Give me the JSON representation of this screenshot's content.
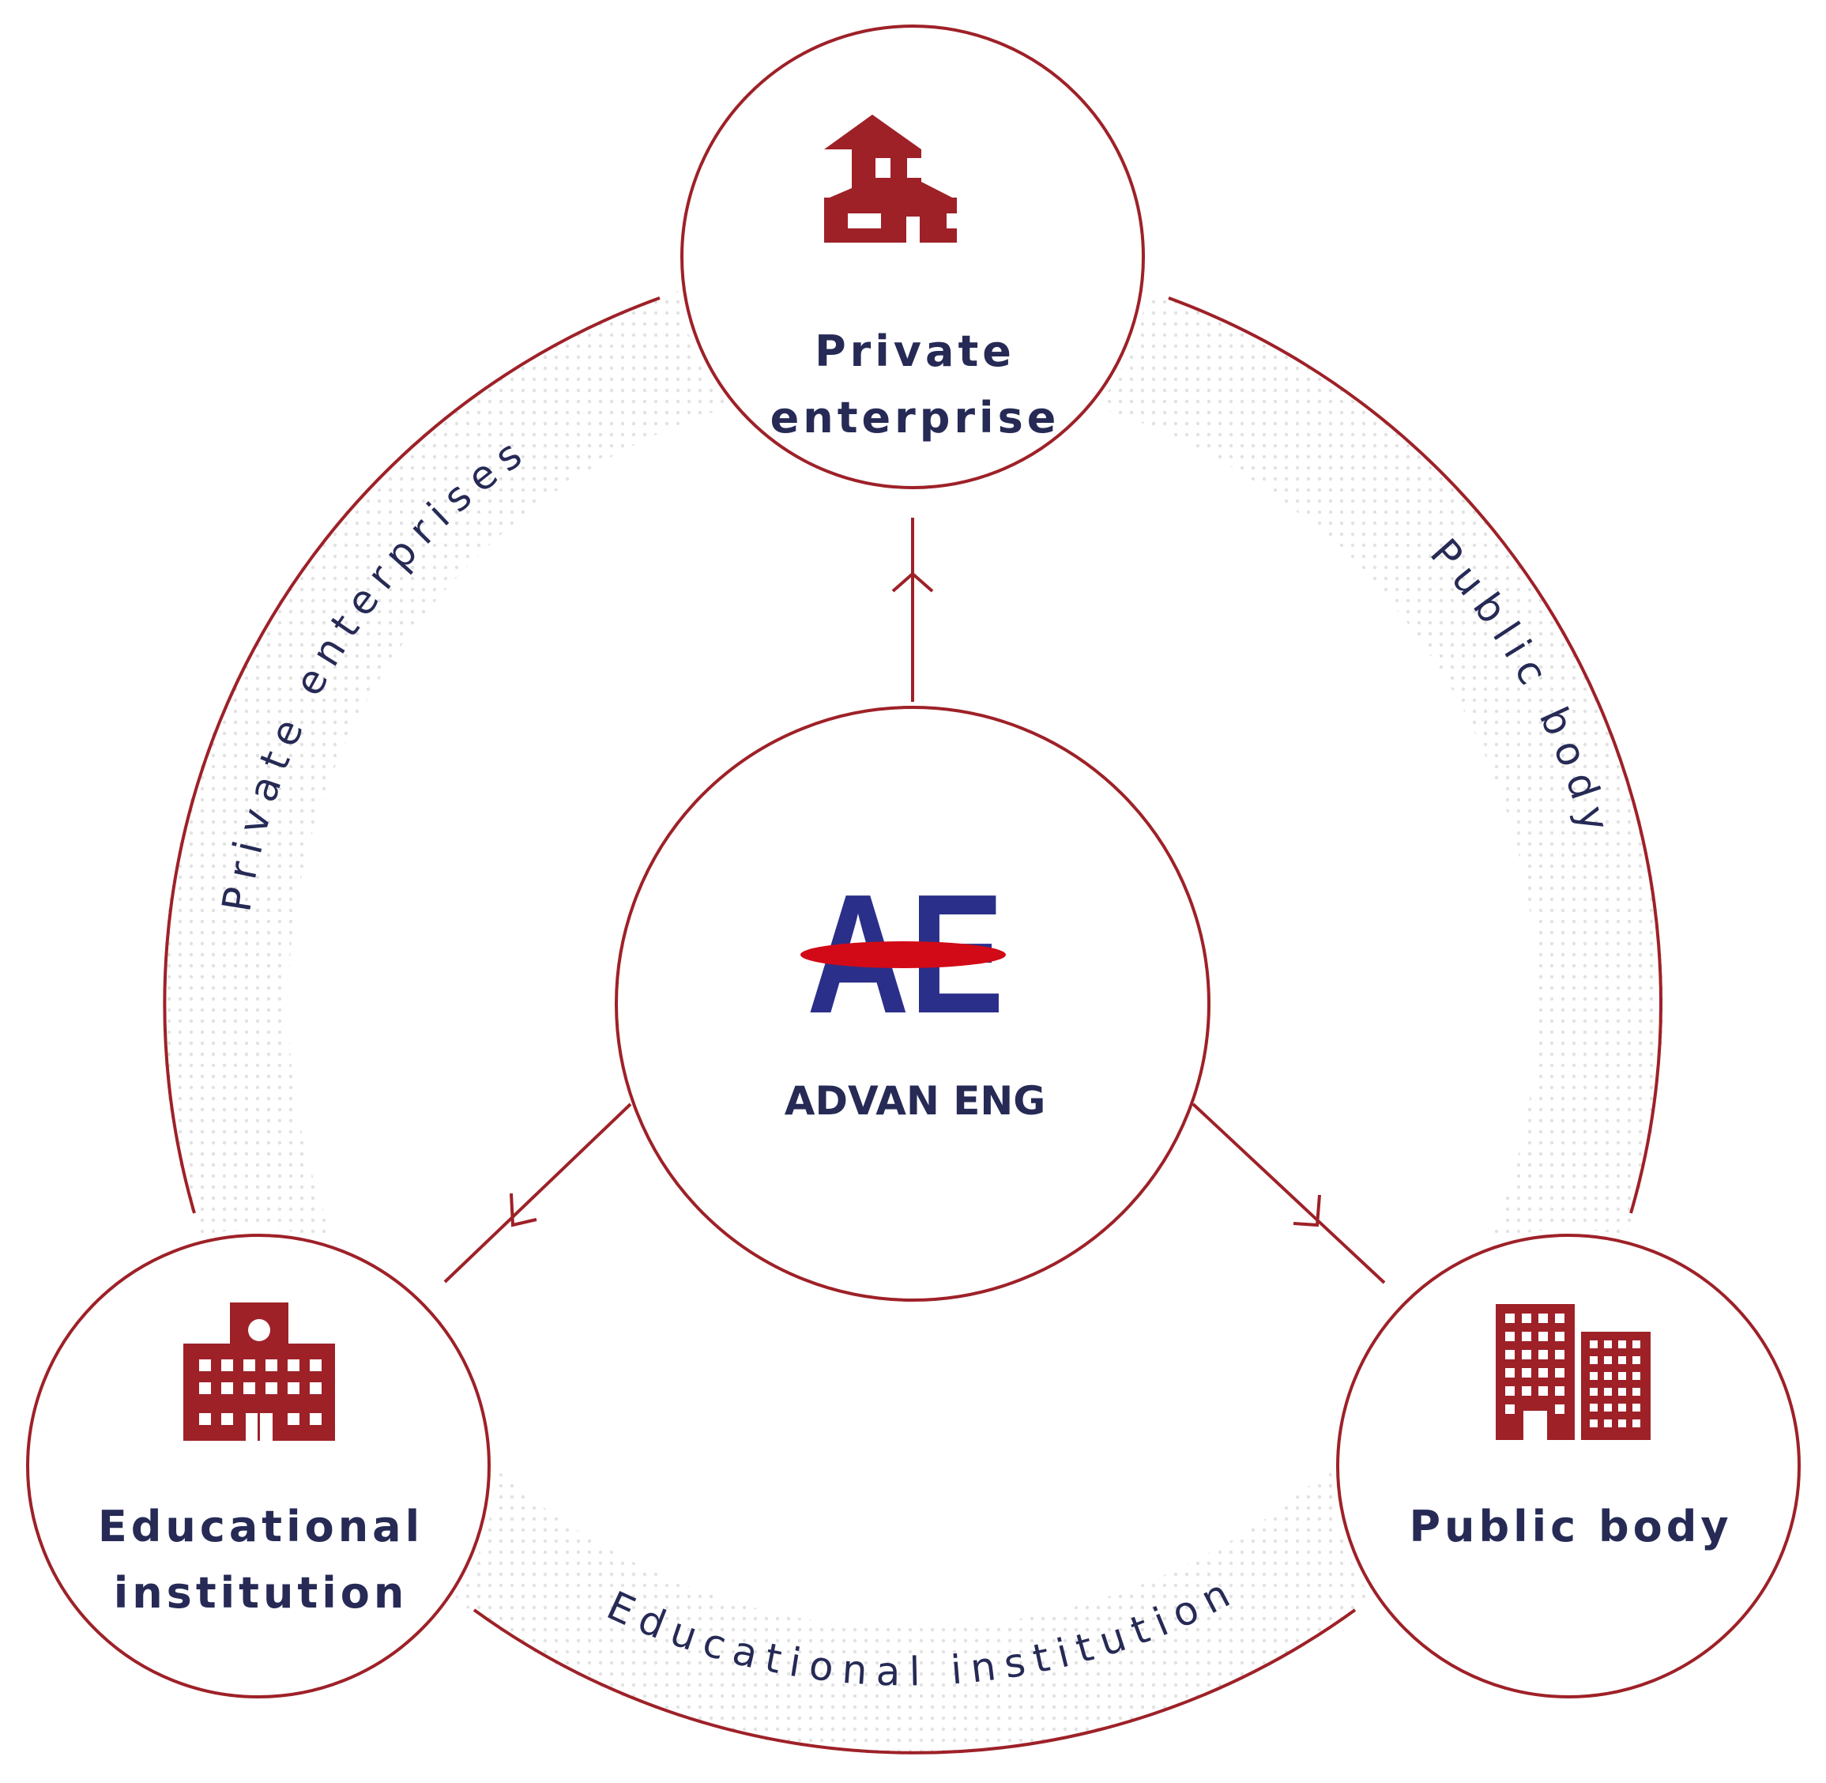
{
  "colors": {
    "accent": "#9e2128",
    "text": "#262a55",
    "logo_blue": "#2a2f8a",
    "logo_red": "#d20a17",
    "dots": "#e2e2e2"
  },
  "center": {
    "logo_letters": "AE",
    "name": "ADVAN ENG"
  },
  "nodes": {
    "private": {
      "icon": "factory-icon",
      "title_line1": "Private",
      "title_line2": "enterprise"
    },
    "educational": {
      "icon": "school-icon",
      "title_line1": "Educational",
      "title_line2": "institution"
    },
    "public": {
      "icon": "office-buildings-icon",
      "title_line1": "Public body"
    }
  },
  "arcs": {
    "left": "Private enterprises",
    "right": "Public body",
    "bottom": "Educational institution"
  }
}
